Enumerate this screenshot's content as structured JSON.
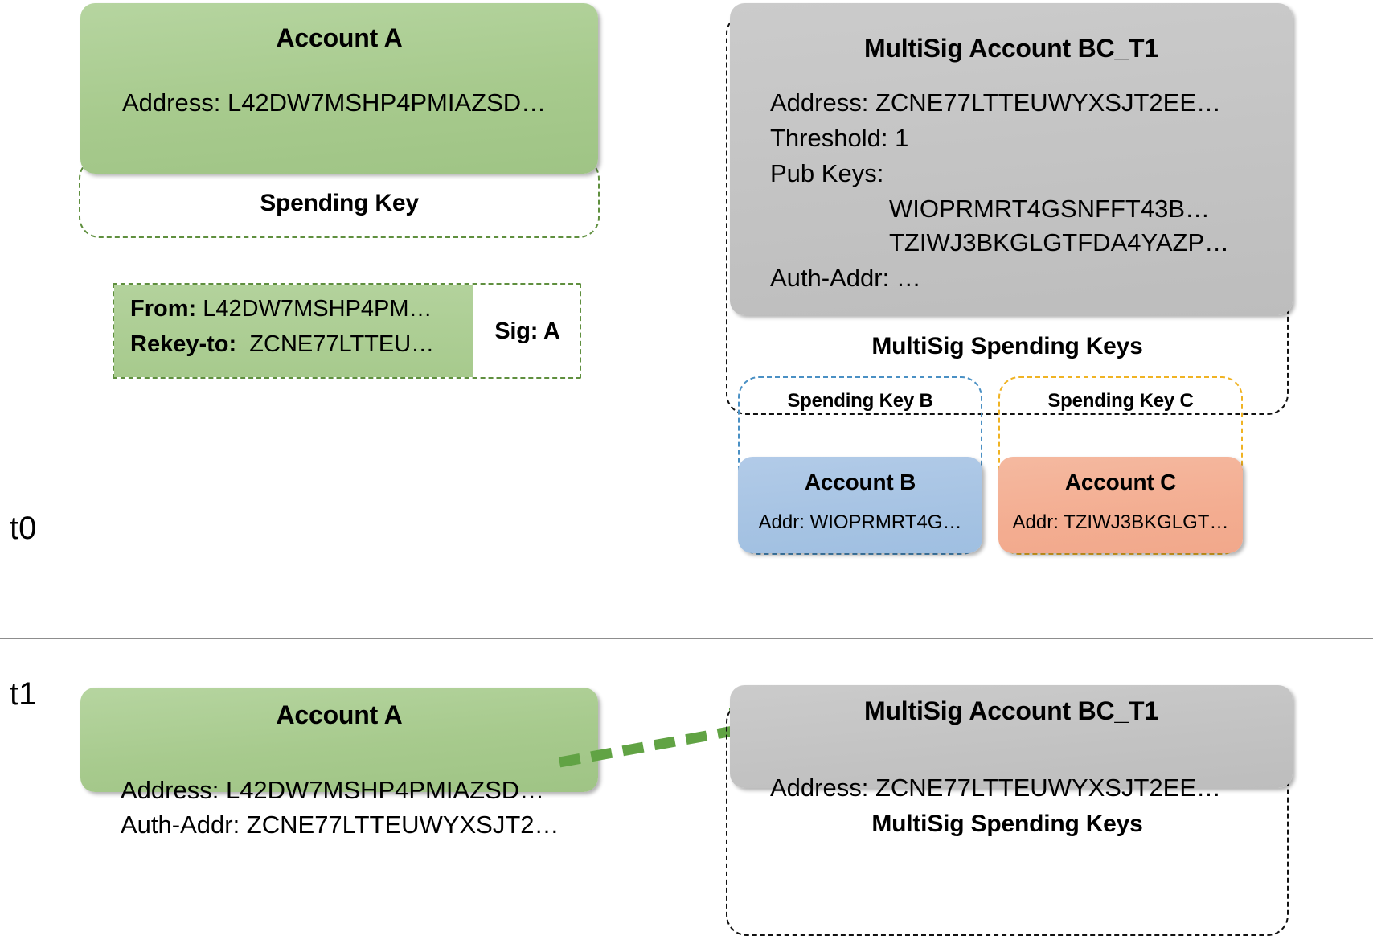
{
  "diagram": {
    "title": "Algorand account rekey to MultiSig account",
    "timeline": [
      {
        "id": "t0",
        "label": "t0"
      },
      {
        "id": "t1",
        "label": "t1"
      }
    ],
    "colors": {
      "green_fill": "#a7ca8d",
      "gray_fill": "#c5c5c5",
      "blue_fill": "#a6c3e3",
      "orange_fill": "#f3ad91",
      "dashed_green": "#5f8f3e",
      "dashed_black": "#111111",
      "dashed_blue": "#4a90c4",
      "dashed_yellow": "#f0b323",
      "arrow_green": "#61a344",
      "divider_gray": "#8d8d8d"
    }
  },
  "t0": {
    "account_a": {
      "title": "Account A",
      "address_line": "Address: L42DW7MSHP4PMIAZSD…",
      "spending_key_label": "Spending Key"
    },
    "rekey_tx": {
      "from_label": "From:",
      "from_value": "L42DW7MSHP4PM…",
      "rekey_label": "Rekey-to:",
      "rekey_value": "ZCNE77LTTEU…",
      "sig_label": "Sig: A"
    },
    "multisig": {
      "title": "MultiSig Account BC_T1",
      "address_line": "Address: ZCNE77LTTEUWYXSJT2EE…",
      "threshold_line": "Threshold: 1",
      "pubkeys_label": "Pub Keys:",
      "pubkeys": [
        "WIOPRMRT4GSNFFT43B…",
        "TZIWJ3BKGLGTFDA4YAZP…"
      ],
      "auth_addr_line": "Auth-Addr: …",
      "spending_keys_label": "MultiSig Spending Keys",
      "spending_key_b_label": "Spending Key B",
      "spending_key_c_label": "Spending Key C",
      "account_b": {
        "title": "Account B",
        "addr_line": "Addr: WIOPRMRT4G…"
      },
      "account_c": {
        "title": "Account C",
        "addr_line": "Addr: TZIWJ3BKGLGT…"
      }
    }
  },
  "t1": {
    "account_a": {
      "title": "Account A",
      "address_line": "Address: L42DW7MSHP4PMIAZSD…",
      "auth_addr_line": "Auth-Addr: ZCNE77LTTEUWYXSJT2…"
    },
    "multisig": {
      "title": "MultiSig Account BC_T1",
      "address_line": "Address: ZCNE77LTTEUWYXSJT2EE…",
      "spending_keys_label": "MultiSig Spending Keys"
    },
    "arrow": {
      "name": "rekey-arrow",
      "style": "dashed-green-arrow"
    }
  }
}
